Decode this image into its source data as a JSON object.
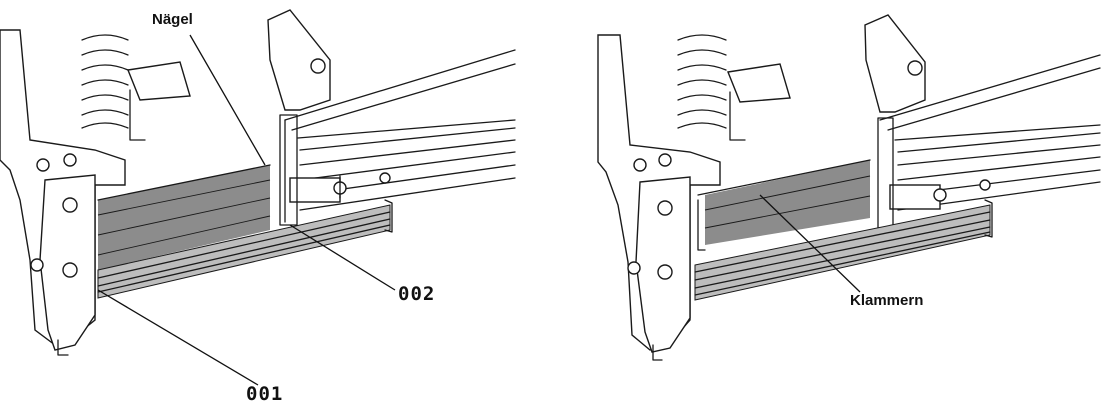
{
  "diagram": {
    "left_panel": {
      "label_top": "Nägel",
      "label_002": "002",
      "label_001": "001",
      "fastener_fill": "#8c8c8c"
    },
    "right_panel": {
      "label_staples": "Klammern",
      "fastener_fill": "#8c8c8c"
    }
  }
}
